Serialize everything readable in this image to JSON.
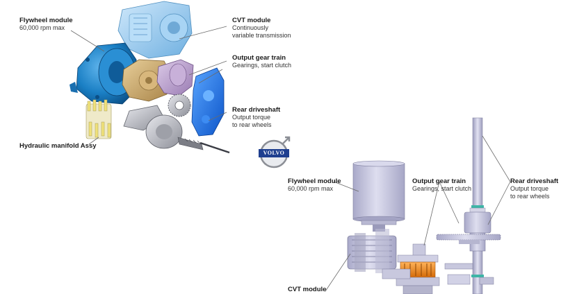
{
  "top_diagram": {
    "flywheel": {
      "title": "Flywheel module",
      "sub": "60,000 rpm max"
    },
    "cvt": {
      "title": "CVT module",
      "sub1": "Continuously",
      "sub2": "variable transmission"
    },
    "output_gear": {
      "title": "Output gear train",
      "sub": "Gearings, start clutch"
    },
    "rear_driveshaft": {
      "title": "Rear driveshaft",
      "sub1": "Output torque",
      "sub2": "to rear wheels"
    },
    "hydraulic": {
      "title": "Hydraulic manifold Assy"
    }
  },
  "logo": {
    "text": "VOLVO"
  },
  "bottom_diagram": {
    "flywheel": {
      "title": "Flywheel module",
      "sub": "60,000 rpm max"
    },
    "output_gear": {
      "title": "Output gear train",
      "sub": "Gearings, start clutch"
    },
    "rear_driveshaft": {
      "title": "Rear driveshaft",
      "sub1": "Output torque",
      "sub2": "to rear wheels"
    },
    "cvt": {
      "title": "CVT module"
    }
  },
  "colors": {
    "flywheel_blue": "#1a7fc4",
    "cvt_lightblue": "#8ec7ee",
    "gear_tan": "#c9a56b",
    "gear_purple": "#b79ac9",
    "driveshaft_blue": "#1e6fe0",
    "metal_gray": "#b6b8bf",
    "bottom_lavender": "#c4c4dc",
    "bottom_orange": "#f08a1c"
  }
}
